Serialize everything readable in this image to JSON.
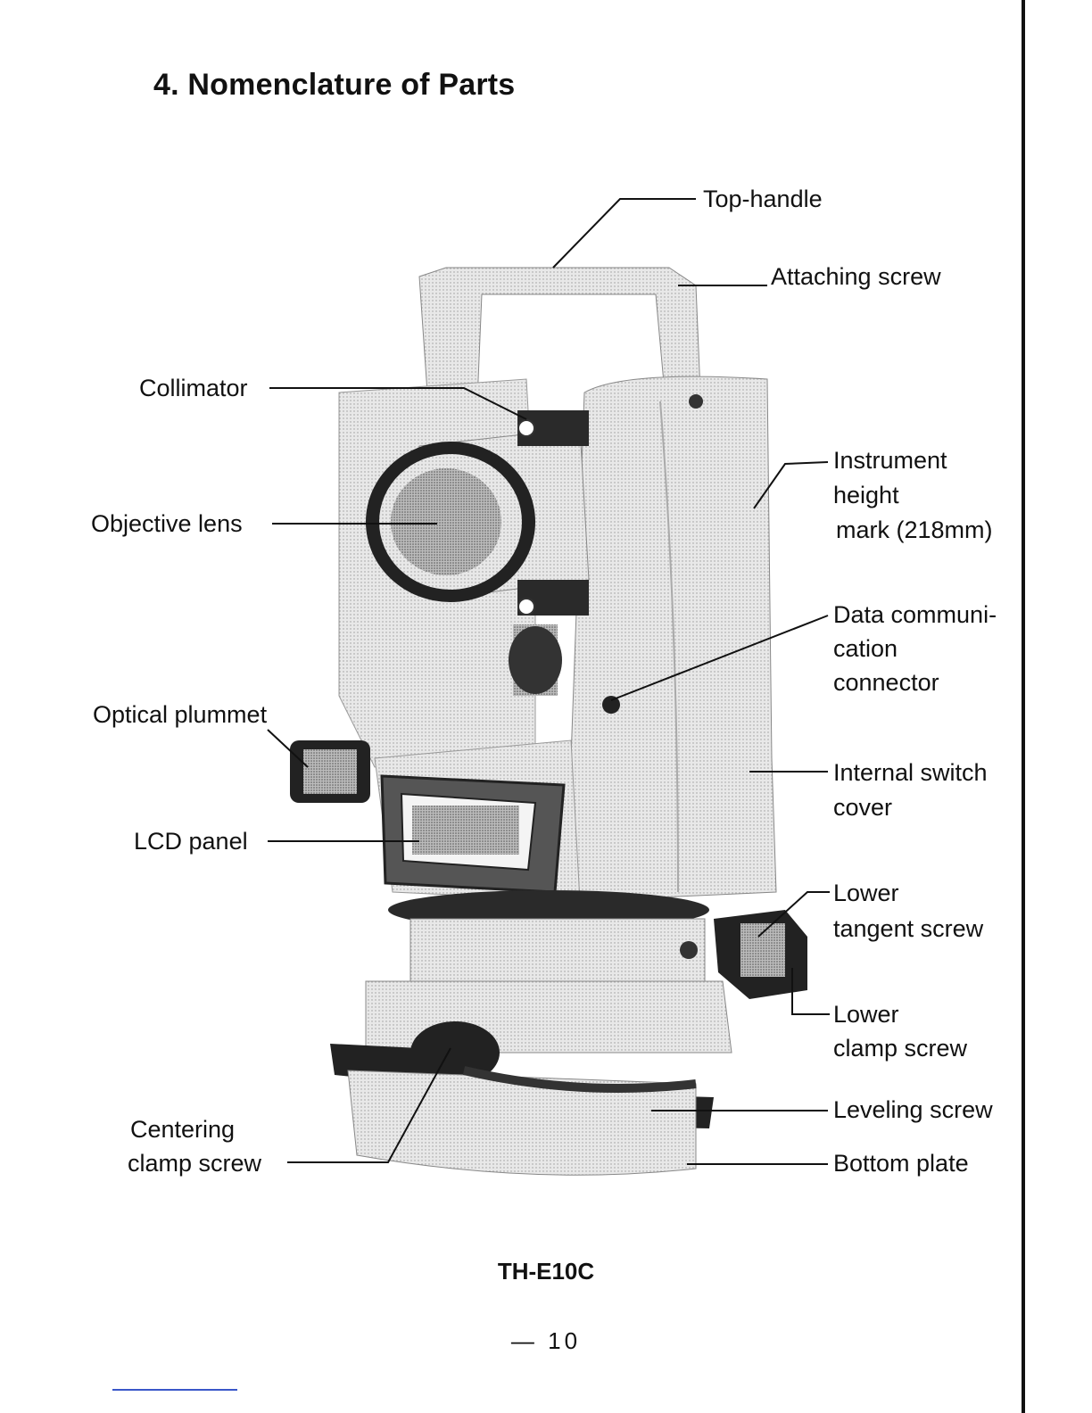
{
  "section": {
    "number": "4.",
    "title": "Nomenclature of Parts"
  },
  "labels": {
    "top_handle": "Top-handle",
    "attaching_screw": "Attaching screw",
    "collimator": "Collimator",
    "instrument_height_1": "Instrument",
    "instrument_height_2": "height",
    "instrument_height_3": "mark (218mm)",
    "objective_lens": "Objective lens",
    "data_comm_1": "Data communi-",
    "data_comm_2": "cation",
    "data_comm_3": "connector",
    "optical_plummet": "Optical plummet",
    "internal_switch_1": "Internal switch",
    "internal_switch_2": "cover",
    "lcd_panel": "LCD panel",
    "lower_tangent_1": "Lower",
    "lower_tangent_2": "tangent screw",
    "lower_clamp_1": "Lower",
    "lower_clamp_2": "clamp screw",
    "centering_1": "Centering",
    "centering_2": "clamp screw",
    "leveling_screw": "Leveling screw",
    "bottom_plate": "Bottom plate"
  },
  "caption": "TH-E10C",
  "page_number": "— 10",
  "colors": {
    "ink": "#111111",
    "body": "#e6e6e6",
    "shade": "#bdbdbd",
    "dark": "#3a3a3a",
    "link": "#3a57c9"
  }
}
